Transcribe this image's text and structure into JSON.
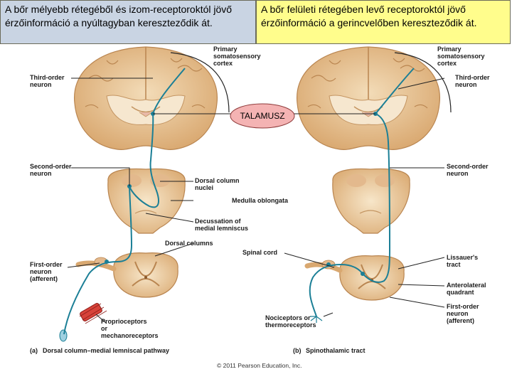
{
  "captions": {
    "left": "A bőr mélyebb rétegéből és izom-receptoroktól jövő érzőinformáció a nyúltagyban kereszteződik át.",
    "right": "A bőr felületi rétegében levő receptoroktól jövő érzőinformáció a gerincvelőben kereszteződik át."
  },
  "center_label": "TALAMUSZ",
  "left_panel": {
    "primary_cortex": [
      "Primary",
      "somatosensory",
      "cortex"
    ],
    "third_order": [
      "Third-order",
      "neuron"
    ],
    "second_order": [
      "Second-order",
      "neuron"
    ],
    "dorsal_column_nuclei": [
      "Dorsal column",
      "nuclei"
    ],
    "medulla": "Medulla oblongata",
    "decussation": [
      "Decussation of",
      "medial lemniscus"
    ],
    "dorsal_columns": "Dorsal columns",
    "spinal_cord": "Spinal cord",
    "first_order": [
      "First-order",
      "neuron",
      "(afferent)"
    ],
    "proprioceptors": [
      "Proprioceptors",
      "or",
      "mechanoreceptors"
    ],
    "pathway_letter": "(a)",
    "pathway_name": "Dorsal column–medial lemniscal pathway"
  },
  "right_panel": {
    "primary_cortex": [
      "Primary",
      "somatosensory",
      "cortex"
    ],
    "third_order": [
      "Third-order",
      "neuron"
    ],
    "second_order": [
      "Second-order",
      "neuron"
    ],
    "lissauer": [
      "Lissauer's",
      "tract"
    ],
    "anterolateral": [
      "Anterolateral",
      "quadrant"
    ],
    "first_order": [
      "First-order",
      "neuron",
      "(afferent)"
    ],
    "nociceptors": [
      "Nociceptors or",
      "thermoreceptors"
    ],
    "pathway_letter": "(b)",
    "pathway_name": "Spinothalamic tract"
  },
  "copyright": "© 2011 Pearson Education, Inc.",
  "colors": {
    "tissue": "#e9c79a",
    "tissue_dark": "#c9955d",
    "neuron": "#1b7f96",
    "caption_left_bg": "#c9d4e3",
    "caption_right_bg": "#fffd8c",
    "thalamus_fill": "#f4b3b3"
  }
}
